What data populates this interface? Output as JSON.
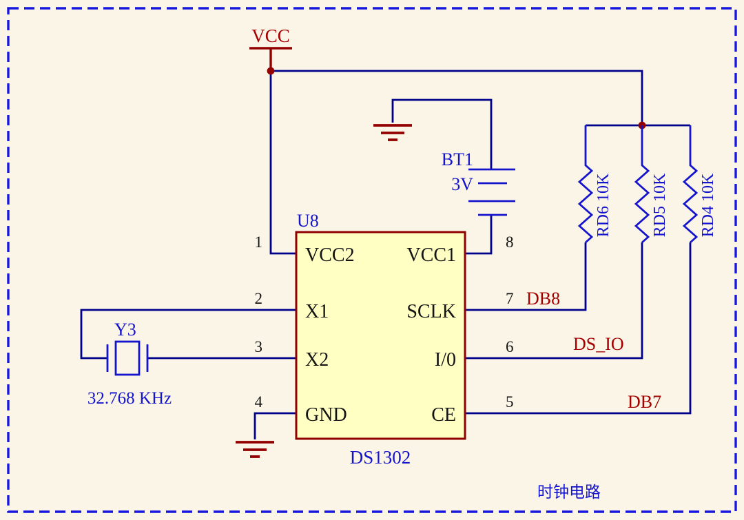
{
  "sheet": {
    "title": "时钟电路"
  },
  "colors": {
    "background": "#FBF5E8",
    "border_blue": "#1717DD",
    "wire_blue": "#00008B",
    "component_blue": "#1414CC",
    "symbol_dark_red": "#930000",
    "net_label_red": "#A40000",
    "ic_fill": "#FFFFC4",
    "pin_text_black": "#141414"
  },
  "power": {
    "vcc_label": "VCC"
  },
  "ic": {
    "refdes": "U8",
    "part_number": "DS1302",
    "left_pins": [
      {
        "num": "1",
        "name": "VCC2"
      },
      {
        "num": "2",
        "name": "X1"
      },
      {
        "num": "3",
        "name": "X2"
      },
      {
        "num": "4",
        "name": "GND"
      }
    ],
    "right_pins": [
      {
        "num": "8",
        "name": "VCC1"
      },
      {
        "num": "7",
        "name": "SCLK"
      },
      {
        "num": "6",
        "name": "I/0"
      },
      {
        "num": "5",
        "name": "CE"
      }
    ]
  },
  "battery": {
    "refdes": "BT1",
    "voltage": "3V"
  },
  "crystal": {
    "refdes": "Y3",
    "frequency": "32.768 KHz"
  },
  "resistors": [
    {
      "label": "RD6 10K"
    },
    {
      "label": "RD5 10K"
    },
    {
      "label": "RD4 10K"
    }
  ],
  "nets": {
    "sclk": "DB8",
    "io": "DS_IO",
    "ce": "DB7"
  }
}
